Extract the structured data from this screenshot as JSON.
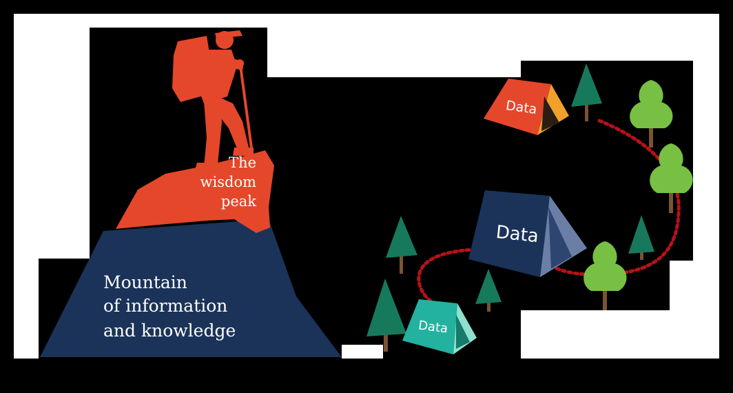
{
  "colors": {
    "background": "#000000",
    "panel": "#ffffff",
    "peak_orange": "#e5472a",
    "mountain_navy": "#1b3358",
    "tree_dark": "#17795c",
    "tree_light": "#77c043",
    "trunk": "#7a5332",
    "trail_red": "#b5121b",
    "tent_orange": "#e5472a",
    "tent_navy": "#1b3358",
    "tent_teal": "#23b29f"
  },
  "peak": {
    "line1": "The",
    "line2": "wisdom",
    "line3": "peak"
  },
  "mountain": {
    "line1": "Mountain",
    "line2": "of information",
    "line3": "and knowledge"
  },
  "tents": {
    "top": "Data",
    "center": "Data",
    "bottom": "Data"
  }
}
